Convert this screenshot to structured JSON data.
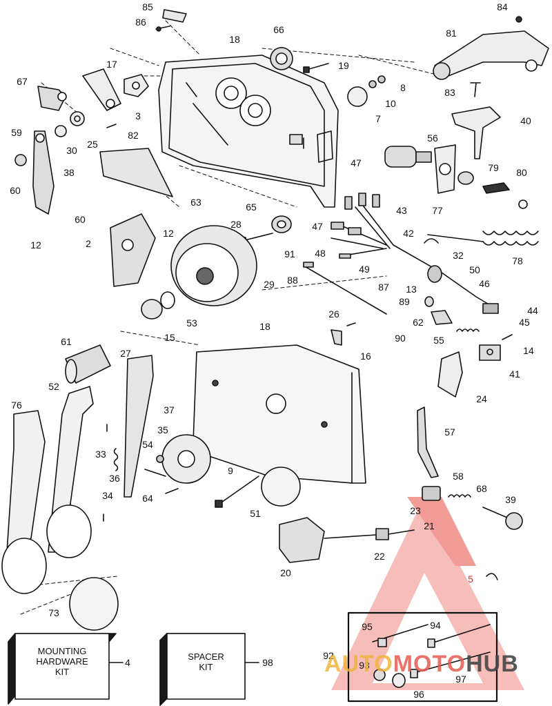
{
  "labels": {
    "l85": "85",
    "l86": "86",
    "l18a": "18",
    "l66": "66",
    "l84": "84",
    "l81": "81",
    "l17": "17",
    "l67": "67",
    "l3": "3",
    "l19": "19",
    "l8": "8",
    "l10": "10",
    "l7": "7",
    "l83": "83",
    "l40": "40",
    "l59": "59",
    "l30": "30",
    "l25": "25",
    "l82": "82",
    "l38": "38",
    "l60a": "60",
    "l63": "63",
    "l60b": "60",
    "l12a": "12",
    "l2": "2",
    "l12b": "12",
    "l28": "28",
    "l65": "65",
    "l56": "56",
    "l79": "79",
    "l80": "80",
    "l47a": "47",
    "l43": "43",
    "l77": "77",
    "l47b": "47",
    "l42": "42",
    "l48": "48",
    "l49": "49",
    "l91": "91",
    "l88": "88",
    "l32": "32",
    "l78": "78",
    "l50": "50",
    "l29": "29",
    "l46": "46",
    "l87": "87",
    "l13": "13",
    "l89": "89",
    "l44": "44",
    "l45": "45",
    "l62": "62",
    "l53": "53",
    "l15": "15",
    "l26": "26",
    "l90": "90",
    "l18b": "18",
    "l55": "55",
    "l16": "16",
    "l14": "14",
    "l61": "61",
    "l27": "27",
    "l41": "41",
    "l52": "52",
    "l24": "24",
    "l76": "76",
    "l37": "37",
    "l35": "35",
    "l57": "57",
    "l33": "33",
    "l54": "54",
    "l36": "36",
    "l9": "9",
    "l58": "58",
    "l68": "68",
    "l34": "34",
    "l64": "64",
    "l39": "39",
    "l51": "51",
    "l23": "23",
    "l21": "21",
    "l22": "22",
    "l20": "20",
    "l5": "5",
    "l73": "73",
    "l95": "95",
    "l94": "94",
    "l92": "92",
    "l93": "93",
    "l96": "96",
    "l97": "97",
    "l4": "4",
    "l98": "98"
  },
  "kits": {
    "mounting": {
      "line1": "MOUNTING",
      "line2": "HARDWARE",
      "line3": "KIT"
    },
    "spacer": {
      "line1": "SPACER",
      "line2": "KIT"
    }
  },
  "watermark": {
    "part1": "AUTO",
    "part2": "MOTO",
    "part3": "HUB"
  },
  "colors": {
    "ink": "#111111",
    "callout_red": "#c9302c",
    "watermark_red": "#e05a4f",
    "watermark_orange": "#f0b43c"
  }
}
